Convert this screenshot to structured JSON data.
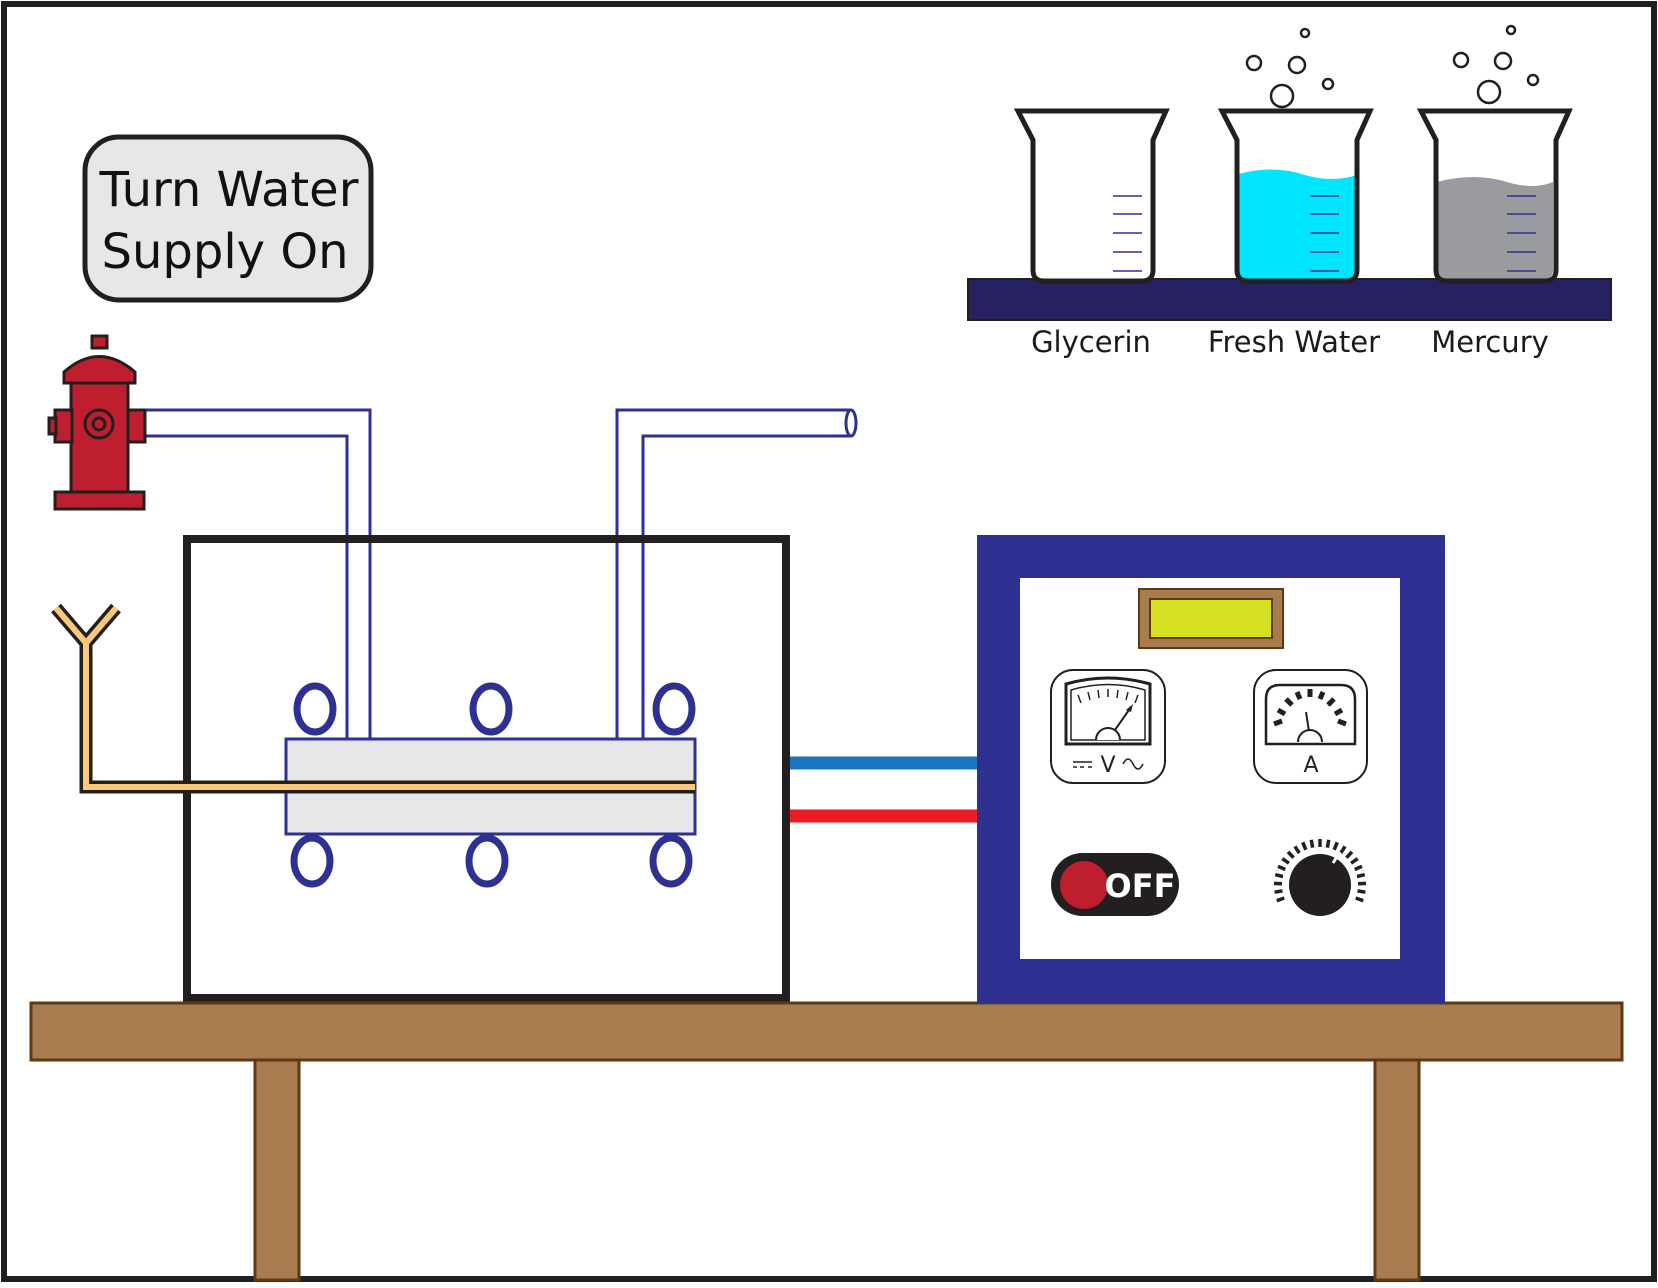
{
  "water_button": {
    "line1": "Turn Water",
    "line2": "Supply On"
  },
  "beakers": [
    {
      "label": "Glycerin",
      "liquid_color": "",
      "filled": false,
      "bubbles": false
    },
    {
      "label": "Fresh Water",
      "liquid_color": "#00e5ff",
      "filled": true,
      "bubbles": true
    },
    {
      "label": "Mercury",
      "liquid_color": "#999b9e",
      "filled": true,
      "bubbles": true
    }
  ],
  "power_supply": {
    "switch_label": "OFF",
    "voltmeter_label": "V",
    "ammeter_label": "A",
    "display_color": "#d4e021"
  },
  "colors": {
    "frame": "#2e3192",
    "shelf": "#262262",
    "table": "#a97c50",
    "table_edge": "#603913",
    "hydrant": "#be1e2d",
    "coil": "#2e3192",
    "wire_blue": "#1b75bc",
    "wire_red": "#ed1c24",
    "gas_pipe": "#fbc87a",
    "button_fill": "#e6e7e8"
  },
  "icons": {
    "hydrant": "fire-hydrant-icon",
    "gas_inlet": "y-connector-icon",
    "switch": "power-switch-icon",
    "knob": "dial-knob-icon"
  }
}
